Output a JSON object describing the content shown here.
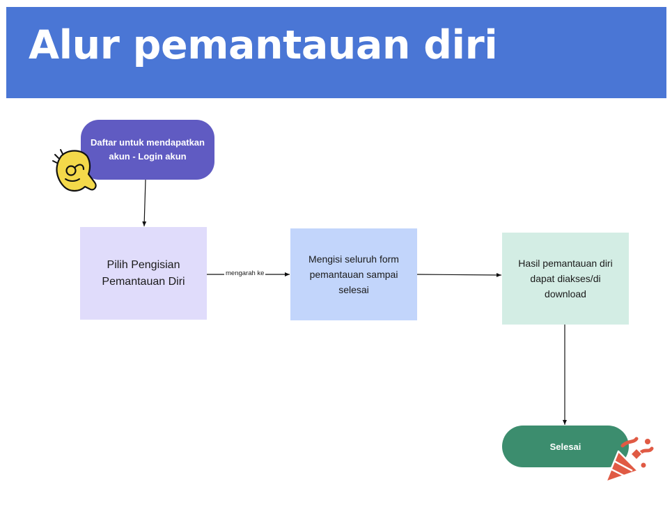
{
  "header": {
    "title": "Alur pemantauan diri"
  },
  "nodes": {
    "start": "Daftar untuk mendapatkan akun - Login akun",
    "pilih": "Pilih Pengisian Pemantauan Diri",
    "isi": "Mengisi seluruh form pemantauan sampai selesai",
    "hasil": "Hasil pemantauan diri dapat diakses/di download",
    "selesai": "Selesai"
  },
  "edges": {
    "pilih_to_isi": "mengarah ke"
  },
  "colors": {
    "header": "#4a76d5",
    "start": "#605bc2",
    "pilih": "#e0dcfb",
    "isi": "#c2d5fb",
    "hasil": "#d3ede4",
    "selesai": "#3c8d6e",
    "ok_hand_sticker": "#f4d94a",
    "party_popper_sticker": "#e05a44"
  },
  "icons": {
    "start_sticker": "ok-hand-icon",
    "end_sticker": "party-popper-icon"
  }
}
